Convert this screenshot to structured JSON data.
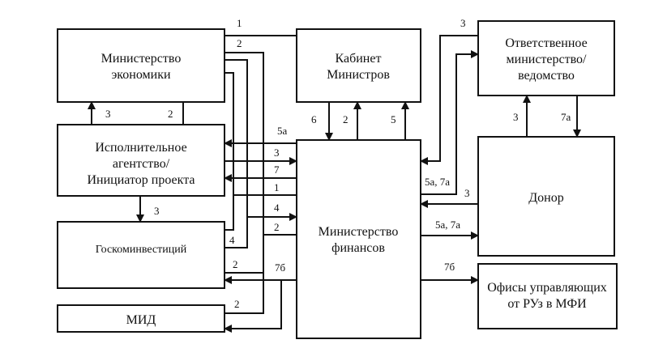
{
  "boxes": {
    "min_econ": [
      "Министерство",
      "экономики"
    ],
    "cabinet": [
      "Кабинет",
      "Министров"
    ],
    "resp_ministry": [
      "Ответственное",
      "министерство/",
      "ведомство"
    ],
    "exec_agency": [
      "Исполнительное",
      "агентство/",
      "Инициатор проекта"
    ],
    "minfin": [
      "Министерство",
      "финансов"
    ],
    "donor": [
      "Донор"
    ],
    "goskominvest": [
      "Госкоминвестиций"
    ],
    "mid": [
      "МИД"
    ],
    "offices": [
      "Офисы управляющих",
      "от РУз в МФИ"
    ]
  },
  "labels": {
    "econ_cab": "1",
    "econ_grp": "2",
    "exec_econ_up": "3",
    "econ_exec_2": "2",
    "cab_fin_6": "6",
    "fin_cab_2": "2",
    "fin_cab_5": "5",
    "fin_exec_5a": "5а",
    "exec_fin_3": "3",
    "fin_exec_7": "7",
    "econ_fin_1": "1",
    "econ_fin_4": "4",
    "econ_fin_2": "2",
    "exec_gosk_3": "3",
    "gosk_4": "4",
    "gosk_2": "2",
    "fin_gosk_7b": "7б",
    "mid_2": "2",
    "resp_fin_3": "3",
    "fin_resp_5a7a": "5а, 7а",
    "donor_fin_3": "3",
    "fin_donor_5a7a": "5а, 7а",
    "resp_donor_7a": "7а",
    "donor_resp_3": "3",
    "fin_offices_7b": "7б"
  }
}
